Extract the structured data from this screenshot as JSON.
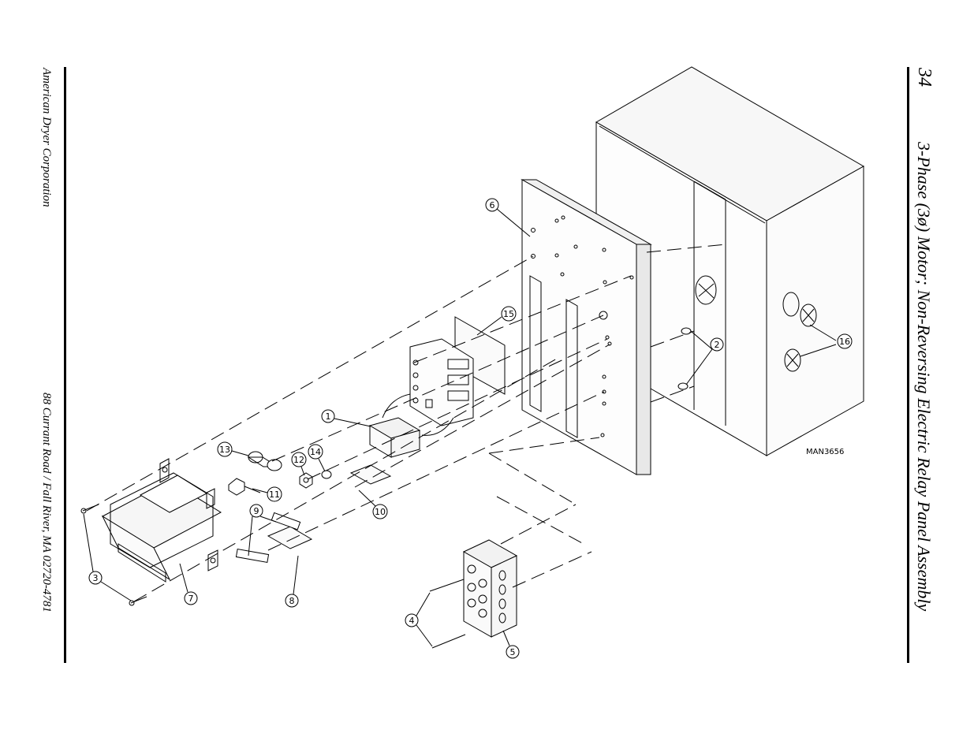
{
  "header": {
    "page_number": "34",
    "title": "3-Phase (3ø) Motor; Non-Reversing Electric Relay Panel Assembly"
  },
  "footer": {
    "company": "American Dryer Corporation",
    "address": "88 Currant Road / Fall River, MA 02720-4781"
  },
  "diagram": {
    "drawing_number": "MAN3656",
    "callouts": [
      "1",
      "2",
      "3",
      "4",
      "5",
      "6",
      "7",
      "8",
      "9",
      "10",
      "11",
      "12",
      "13",
      "14",
      "15",
      "16"
    ]
  }
}
